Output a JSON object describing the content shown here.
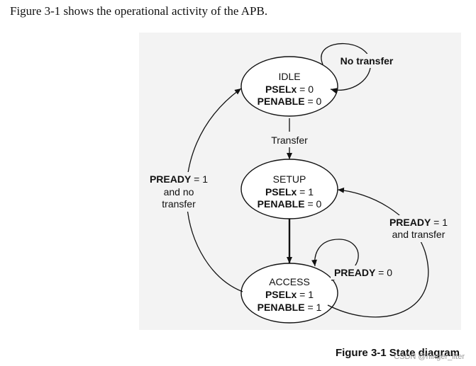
{
  "intro_text": "Figure 3-1 shows the operational activity of the APB.",
  "states": {
    "idle": {
      "name": "IDLE",
      "line1": {
        "signal": "PSELx",
        "value": " = 0"
      },
      "line2": {
        "signal": "PENABLE",
        "value": " = 0"
      }
    },
    "setup": {
      "name": "SETUP",
      "line1": {
        "signal": "PSELx",
        "value": " = 1"
      },
      "line2": {
        "signal": "PENABLE",
        "value": " = 0"
      }
    },
    "access": {
      "name": "ACCESS",
      "line1": {
        "signal": "PSELx",
        "value": " = 1"
      },
      "line2": {
        "signal": "PENABLE",
        "value": " = 1"
      }
    }
  },
  "transitions": {
    "no_transfer": "No transfer",
    "transfer": "Transfer",
    "pready_no_transfer": {
      "signal": "PREADY",
      "value": " = 1",
      "line2": "and  no",
      "line3": "transfer"
    },
    "pready_transfer": {
      "signal": "PREADY",
      "value": " = 1",
      "line2": "and transfer"
    },
    "pready_wait": {
      "signal": "PREADY",
      "value": " = 0"
    }
  },
  "caption": "Figure 3-1 State diagram",
  "watermark": "CSDN @hinger_liter",
  "colors": {
    "panel": "#f3f3f3",
    "line": "#111111"
  }
}
